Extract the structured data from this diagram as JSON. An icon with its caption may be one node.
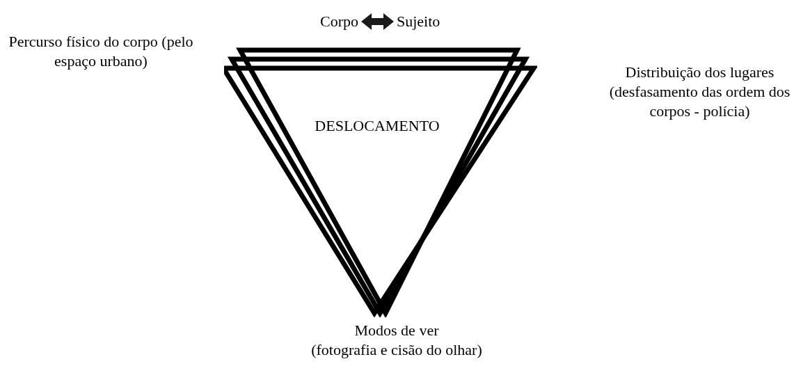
{
  "diagram": {
    "nodes": [
      {
        "text": [
          "Corpo"
        ]
      },
      {
        "text": [
          "Sujeito"
        ]
      },
      {
        "text": [
          "DESLOCAMENTO"
        ]
      }
    ],
    "edges": [
      {
        "from": 0,
        "to": 1,
        "arrow": "both"
      }
    ],
    "labels": [
      "Percurso físico do corpo (pelo espaço urbano)",
      "Distribuição dos lugares (desfasamento das ordem dos corpos - polícia)",
      "Modos de ver",
      "(fotografia e cisão do olhar)"
    ]
  }
}
